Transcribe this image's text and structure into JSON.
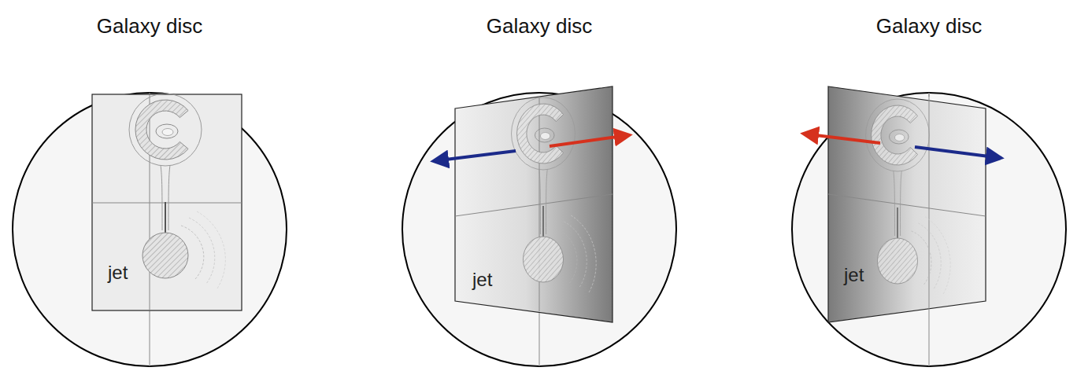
{
  "diagram": {
    "nodes": [
      {
        "text": [
          "Galaxy disc"
        ]
      },
      {
        "text": [
          "jet"
        ],
        "in": 0
      },
      {
        "text": [
          "Galaxy disc"
        ]
      },
      {
        "text": [
          "jet"
        ],
        "in": 2
      },
      {
        "text": [
          "Galaxy disc"
        ]
      },
      {
        "text": [
          "jet"
        ],
        "in": 4
      }
    ]
  }
}
